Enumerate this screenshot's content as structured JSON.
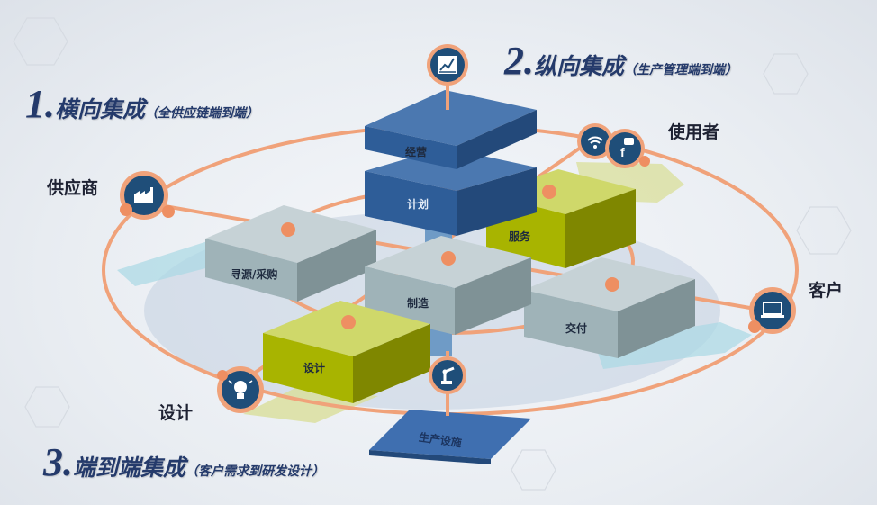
{
  "headings": {
    "horizontal": {
      "num": "1.",
      "title": "横向集成",
      "sub": "（全供应链端到端）"
    },
    "vertical": {
      "num": "2.",
      "title": "纵向集成",
      "sub": "（生产管理端到端）"
    },
    "end_to_end": {
      "num": "3.",
      "title": "端到端集成",
      "sub": "（客户需求到研发设计）"
    }
  },
  "nodes": {
    "supplier": "供应商",
    "user": "使用者",
    "customer": "客户",
    "design": "设计"
  },
  "blocks": {
    "operations": "经营",
    "planning": "计划",
    "service": "服务",
    "sourcing": "寻源/采购",
    "manufacturing": "制造",
    "delivery": "交付",
    "design": "设计",
    "equipment": "生产设施"
  },
  "icons": {
    "top": "line-chart-icon",
    "supplier": "factory-icon",
    "user_wifi": "wifi-icon",
    "user_social": "social-icon",
    "customer": "laptop-icon",
    "design": "lightbulb-icon",
    "manufacturing": "robot-arm-icon"
  },
  "colors": {
    "heading": "#243a6b",
    "ring": "#f0a27a",
    "blue_block": "#2e5d98",
    "green_block": "#a8b400",
    "gray_block": "#9fb3b8",
    "icon_fill": "#1f4e79"
  }
}
